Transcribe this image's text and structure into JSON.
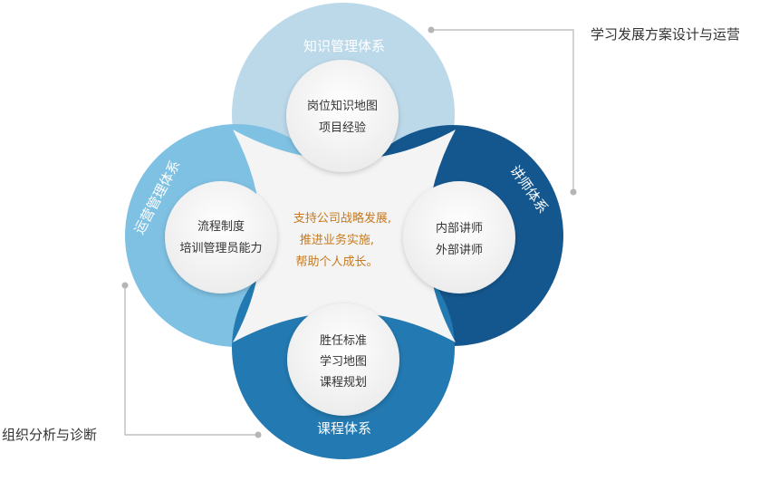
{
  "annotations": {
    "top_right": "学习发展方案设计与运营",
    "bottom_left": "组织分析与诊断"
  },
  "center": {
    "lines": [
      "支持公司战略发展,",
      "推进业务实施,",
      "帮助个人成长。"
    ]
  },
  "petals": {
    "knowledge": {
      "title": "知识管理体系",
      "items": [
        "岗位知识地图",
        "项目经验"
      ]
    },
    "operations": {
      "title": "运营管理体系",
      "items": [
        "流程制度",
        "培训管理员能力"
      ]
    },
    "lecturer": {
      "title": "讲师体系",
      "items": [
        "内部讲师",
        "外部讲师"
      ]
    },
    "curriculum": {
      "title": "课程体系",
      "items": [
        "胜任标准",
        "学习地图",
        "课程规划"
      ]
    }
  },
  "colors": {
    "knowledge": "#bcd9ea",
    "operations": "#7fc1e3",
    "lecturer": "#14578f",
    "curriculum": "#2379b1",
    "center_text": "#c7791c",
    "inner_circle": "#f3f3f3",
    "line": "#b5b5b5"
  }
}
